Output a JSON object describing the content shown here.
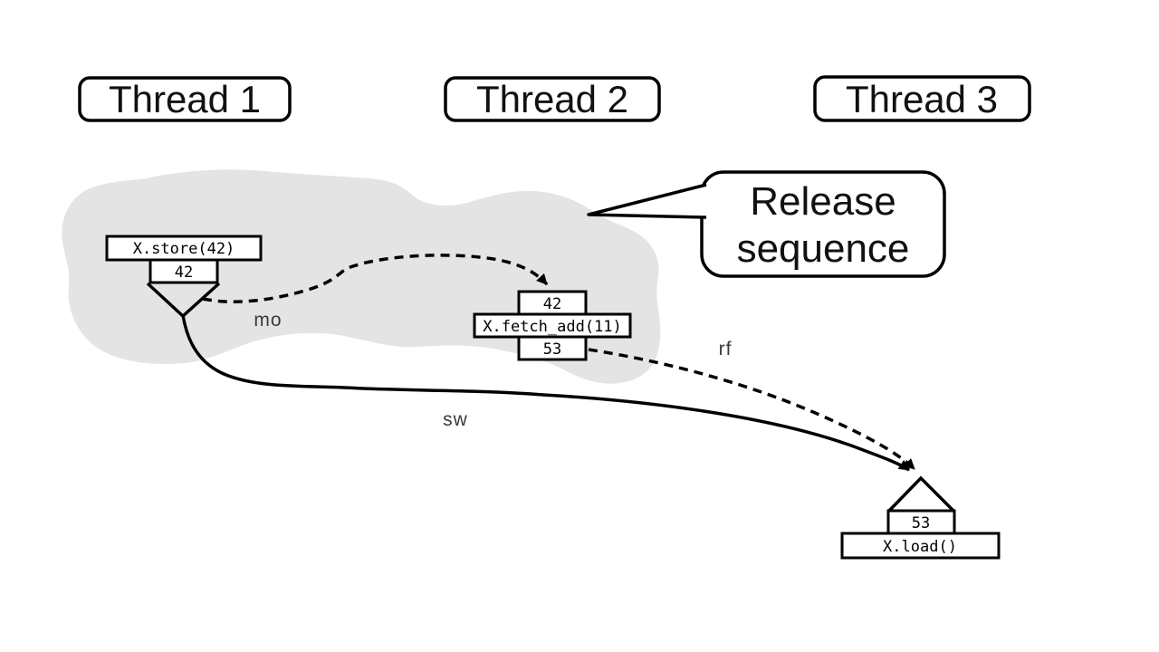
{
  "title": "Release sequence diagram",
  "colors": {
    "background": "#ffffff",
    "cloud": "#e4e4e4",
    "stroke": "#000000",
    "box_fill": "#ffffff",
    "edge_label": "#3a3a3a"
  },
  "threads": [
    {
      "label": "Thread 1"
    },
    {
      "label": "Thread 2"
    },
    {
      "label": "Thread 3"
    }
  ],
  "callout": {
    "line1": "Release",
    "line2": "sequence"
  },
  "nodes": {
    "store": {
      "op": "X.store(42)",
      "value": "42"
    },
    "fetch_add": {
      "before": "42",
      "op": "X.fetch_add(11)",
      "after": "53"
    },
    "load": {
      "value": "53",
      "op": "X.load()"
    }
  },
  "edges": {
    "mo": {
      "label": "mo",
      "style": "dashed"
    },
    "sw": {
      "label": "sw",
      "style": "solid"
    },
    "rf": {
      "label": "rf",
      "style": "dashed"
    }
  }
}
